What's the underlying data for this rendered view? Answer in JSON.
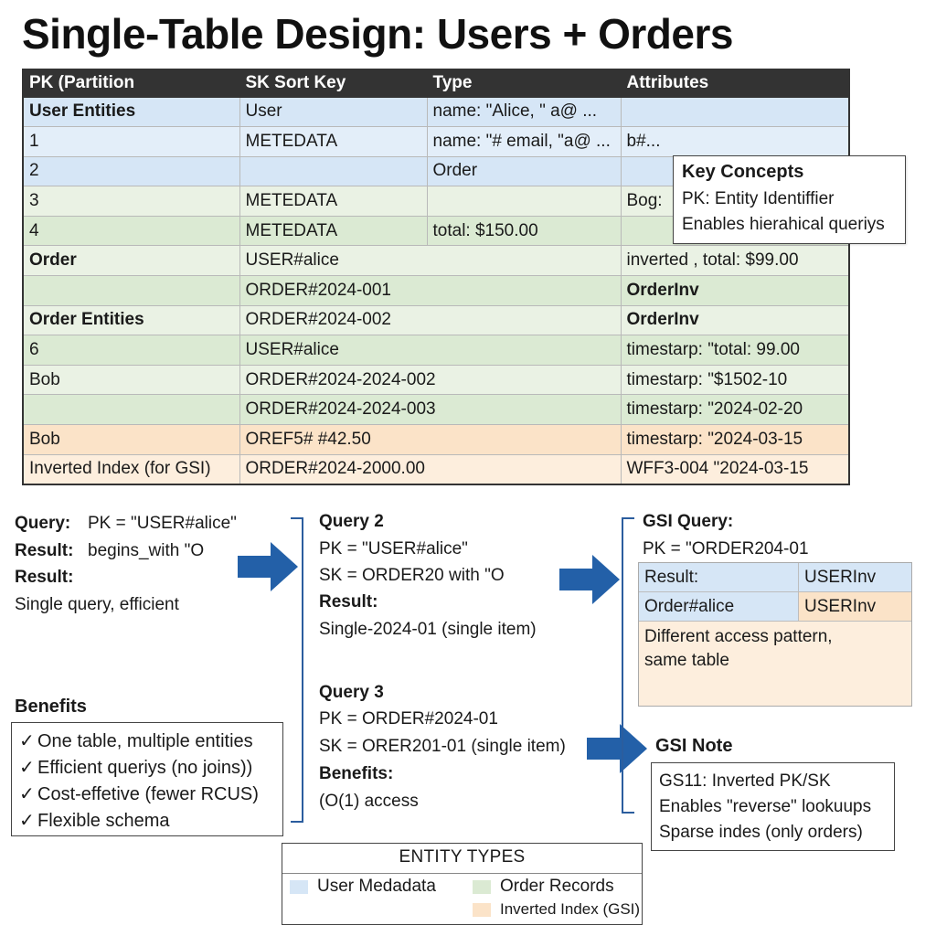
{
  "title": "Single-Table Design: Users + Orders",
  "colors": {
    "header": "#333333",
    "user_blue": "#d6e6f6",
    "order_green": "#dbead3",
    "inverted_orange": "#fbe3c8",
    "bracket_blue": "#2b5d9e",
    "arrow_blue": "#2360a8"
  },
  "table": {
    "headers": [
      "PK (Partition",
      "SK Sort Key",
      "Type",
      "Attributes"
    ],
    "rows": [
      {
        "c1": "User Entities",
        "c2": "User",
        "c3": "name: \"Alice, \" a@ ...",
        "c4": ""
      },
      {
        "c1": "1",
        "c2": "METEDATA",
        "c3": "name: \"# email, \"a@ ...",
        "c4": "b#..."
      },
      {
        "c1": "2",
        "c2": "",
        "c3": "Order",
        "c4": ""
      },
      {
        "c1": "3",
        "c2": "METEDATA",
        "c3": "",
        "c4": "Bog:"
      },
      {
        "c1": "4",
        "c2": "METEDATA",
        "c3": "total: $150.00",
        "c4": ""
      },
      {
        "c1": "Order",
        "c2": "USER#alice",
        "c3": "",
        "c4": "inverted , total: $99.00"
      },
      {
        "c1": "",
        "c2": "ORDER#2024-001",
        "c3": "",
        "c4": "OrderInv"
      },
      {
        "c1": "Order Entities",
        "c2": "ORDER#2024-002",
        "c3": "",
        "c4": "OrderInv"
      },
      {
        "c1": "6",
        "c2": "USER#alice",
        "c3": "",
        "c4": "timestarp: \"total: 99.00"
      },
      {
        "c1": "Bob",
        "c2": "ORDER#2024-2024-002",
        "c3": "",
        "c4": "timestarp: \"$1502-10"
      },
      {
        "c1": "",
        "c2": "ORDER#2024-2024-003",
        "c3": "",
        "c4": "timestarp: \"2024-02-20"
      },
      {
        "c1": "Bob",
        "c2": "OREF5# #42.50",
        "c3": "",
        "c4": "timestarp: \"2024-03-15"
      },
      {
        "c1": "Inverted Index (for GSI)",
        "c2": "ORDER#2024-2000.00",
        "c3": "",
        "c4": "WFF3-004  \"2024-03-15"
      }
    ]
  },
  "key_concepts": {
    "title": "Key Concepts",
    "line1": "PK: Entity Identiffier",
    "line2": "Enables hierahical queriys"
  },
  "query1": {
    "label1": "Query:",
    "value1": "PK = \"USER#alice\"",
    "label2": "Result:",
    "value2": "begins_with \"O",
    "label3": "Result:",
    "note": "Single query, efficient"
  },
  "query2": {
    "title": "Query 2",
    "line1": "PK = \"USER#alice\"",
    "line2": "SK = ORDER20 with \"O",
    "result_label": "Result:",
    "result": "Single-2024-01 (single item)"
  },
  "query3": {
    "title": "Query 3",
    "line1": "PK = ORDER#2024-01",
    "line2": "SK = ORER201-01 (single item)",
    "benefits_label": "Benefits:",
    "benefit": "(O(1) access"
  },
  "gsi_query": {
    "title": "GSI Query:",
    "line1": "PK = \"ORDER204-01",
    "rows": [
      {
        "left": "Result:",
        "right": "USERInv"
      },
      {
        "left": "Order#alice",
        "right": "USERInv"
      }
    ],
    "note_line1": "Different access pattern,",
    "note_line2": "same table"
  },
  "benefits": {
    "title": "Benefits",
    "check": "✓",
    "items": [
      "One table, multiple entities",
      "Efficient queriys (no joins))",
      "Cost-effetive (fewer RCUS)",
      "Flexible schema"
    ]
  },
  "gsi_note": {
    "title": "GSI Note",
    "line1": "GS11: Inverted PK/SK",
    "line2": "Enables \"reverse\" lookuups",
    "line3": "Sparse indes (only orders)"
  },
  "legend": {
    "title": "ENTITY TYPES",
    "items": [
      "User Medadata",
      "Order Records",
      "Inverted Index (GSI)"
    ]
  }
}
